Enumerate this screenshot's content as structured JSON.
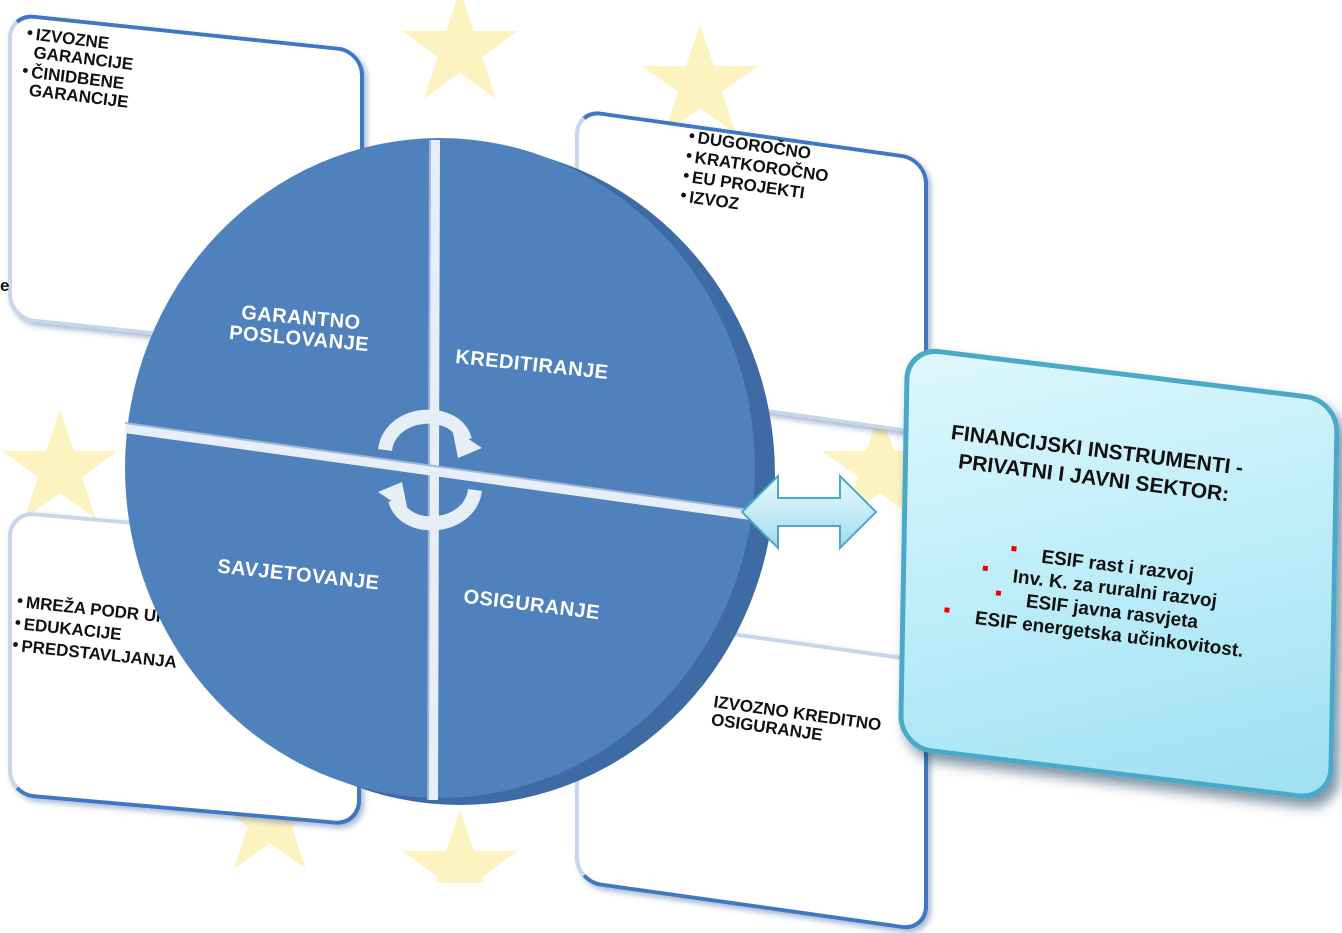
{
  "background": {
    "star_color": "#fdf5c4"
  },
  "edge_text": "e",
  "panels": {
    "top_left": {
      "items": [
        "IZVOZNE GARANCIJE",
        "ČINIDBENE GARANCIJE"
      ]
    },
    "top_right": {
      "items": [
        " DUGOROČNO",
        "KRATKOROČNO",
        "EU PROJEKTI",
        "IZVOZ"
      ]
    },
    "bottom_left": {
      "items": [
        "MREŽA PODR UREDA",
        "EDUKACIJE",
        "PREDSTAVLJANJA"
      ]
    },
    "bottom_right": {
      "text": "IZVOZNO KREDITNO OSIGURANJE"
    }
  },
  "wheel": {
    "fill": "#4f81bd",
    "quadrants": {
      "top_left": "GARANTNO POSLOVANJE",
      "top_right": "KREDITIRANJE",
      "bottom_left": "SAVJETOVANJE",
      "bottom_right": "OSIGURANJE"
    }
  },
  "financial_box": {
    "title_line1": "FINANCIJSKI INSTRUMENTI  -",
    "title_line2": "PRIVATNI I JAVNI SEKTOR:",
    "bullet_color": "#e00000",
    "items": [
      "ESIF rast i razvoj",
      "Inv. K. za ruralni razvoj",
      "ESIF javna rasvjeta",
      "ESIF energetska učinkovitost."
    ]
  }
}
